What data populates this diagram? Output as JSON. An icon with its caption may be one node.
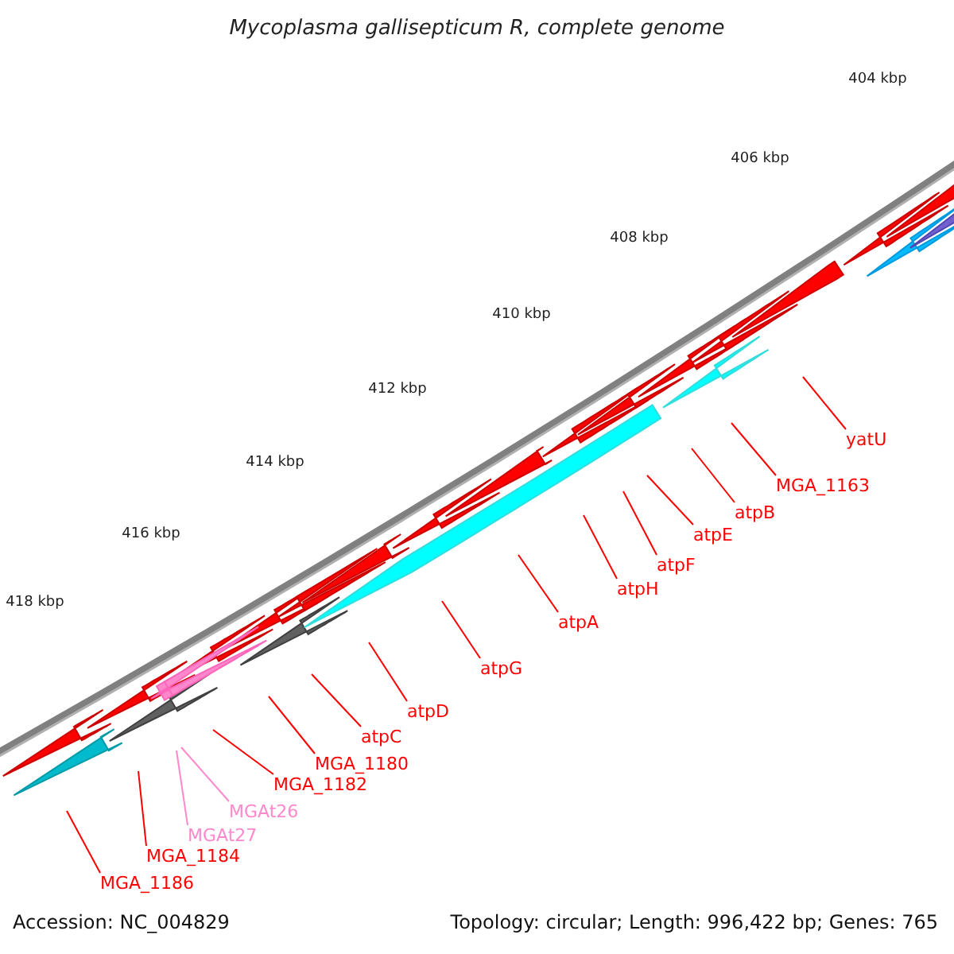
{
  "diagram": {
    "title": "Mycoplasma gallisepticum R, complete genome",
    "nodes": [
      {
        "text": [
          "yatU"
        ]
      },
      {
        "text": [
          "MGA_1163"
        ]
      },
      {
        "text": [
          "atpB"
        ]
      },
      {
        "text": [
          "atpE"
        ]
      },
      {
        "text": [
          "atpF"
        ]
      },
      {
        "text": [
          "atpH"
        ]
      },
      {
        "text": [
          "atpA"
        ]
      },
      {
        "text": [
          "atpG"
        ]
      },
      {
        "text": [
          "atpD"
        ]
      },
      {
        "text": [
          "atpC"
        ]
      },
      {
        "text": [
          "MGA_1180"
        ]
      },
      {
        "text": [
          "MGA_1182"
        ]
      },
      {
        "text": [
          "MGAt26"
        ]
      },
      {
        "text": [
          "MGAt27"
        ]
      },
      {
        "text": [
          "MGA_1184"
        ]
      },
      {
        "text": [
          "MGA_1186"
        ]
      }
    ],
    "edges": [
      {
        "from": 0,
        "to": null,
        "arrow": "none"
      },
      {
        "from": 1,
        "to": null,
        "arrow": "none"
      },
      {
        "from": 2,
        "to": null,
        "arrow": "none"
      },
      {
        "from": 3,
        "to": null,
        "arrow": "none"
      },
      {
        "from": 4,
        "to": null,
        "arrow": "none"
      },
      {
        "from": 5,
        "to": null,
        "arrow": "none"
      },
      {
        "from": 6,
        "to": null,
        "arrow": "none"
      },
      {
        "from": 7,
        "to": null,
        "arrow": "none"
      },
      {
        "from": 8,
        "to": null,
        "arrow": "none"
      },
      {
        "from": 9,
        "to": null,
        "arrow": "none"
      },
      {
        "from": 10,
        "to": null,
        "arrow": "none"
      },
      {
        "from": 11,
        "to": null,
        "arrow": "none"
      },
      {
        "from": 12,
        "to": null,
        "arrow": "none",
        "color": "#ff88cc"
      },
      {
        "from": 13,
        "to": null,
        "arrow": "none",
        "color": "#ff88cc"
      },
      {
        "from": 14,
        "to": null,
        "arrow": "none"
      },
      {
        "from": 15,
        "to": null,
        "arrow": "none"
      }
    ],
    "labels": [
      "404 kbp",
      "406 kbp",
      "408 kbp",
      "410 kbp",
      "412 kbp",
      "414 kbp",
      "416 kbp",
      "418 kbp",
      "Accession: NC_004829",
      "Topology: circular; Length: 996,422 bp; Genes: 765"
    ]
  }
}
